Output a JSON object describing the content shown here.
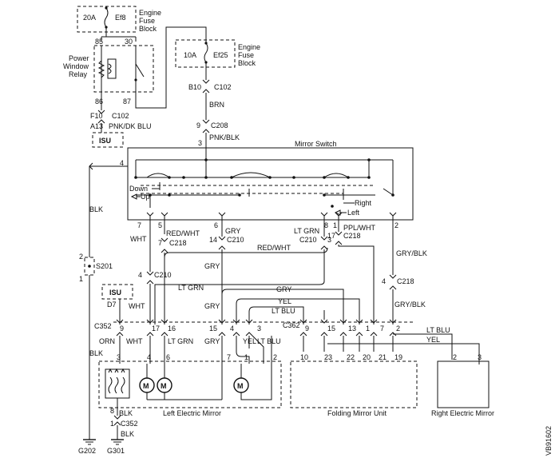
{
  "fuse_block_1": {
    "rating": "20A",
    "fuse": "Ef8",
    "title_1": "Engine",
    "title_2": "Fuse",
    "title_3": "Block",
    "pin_a": "85",
    "pin_b": "30"
  },
  "fuse_block_2": {
    "rating": "10A",
    "fuse": "Ef25",
    "title_1": "Engine",
    "title_2": "Fuse",
    "title_3": "Block"
  },
  "relay": {
    "title_1": "Power",
    "title_2": "Window",
    "title_3": "Relay",
    "pin_86": "86",
    "pin_87": "87"
  },
  "left_top": {
    "f10": "F10",
    "c102": "C102",
    "a13": "A13",
    "wire": "PNK/DK BLU",
    "isu": "ISU"
  },
  "middle_top": {
    "b10": "B10",
    "c102": "C102",
    "brn": "BRN",
    "pin9": "9",
    "c208": "C208",
    "pnkblk": "PNK/BLK",
    "pin3": "3"
  },
  "mirror_switch": {
    "title": "Mirror Switch",
    "down": "Down",
    "up": "Up",
    "right": "Right",
    "left": "Left",
    "pin4": "4",
    "blk": "BLK"
  },
  "switch_pins": {
    "p7": "7",
    "p5": "5",
    "p6": "6",
    "p8": "8",
    "p1": "1",
    "p2": "2"
  },
  "wires": {
    "red_wht_1": "RED/WHT",
    "c218_7a": "7",
    "c218_7b": "C218",
    "gry_1": "GRY",
    "c210_14a": "14",
    "c210_14b": "C210",
    "lt_grn_1": "LT GRN",
    "c210_3a": "C210",
    "c210_3b": "3",
    "ppl_wht": "PPL/WHT",
    "c218_17a": "17",
    "c218_17b": "C218",
    "wht_1": "WHT",
    "red_wht_2": "RED/WHT",
    "gry_2": "GRY",
    "gry_blk_1": "GRY/BLK",
    "c210_4a": "4",
    "c210_4b": "C210",
    "c218_4a": "4",
    "c218_4b": "C218",
    "gry_blk_2": "GRY/BLK",
    "lt_grn_2": "LT GRN",
    "gry_3": "GRY",
    "gry_4": "GRY",
    "yel_1": "YEL",
    "wht_2": "WHT",
    "lt_blu_1": "LT BLU",
    "lt_blu_2": "LT BLU",
    "yel_2": "YEL",
    "orn": "ORN",
    "wht_3": "WHT",
    "lt_grn_3": "LT GRN",
    "gry_5": "GRY",
    "yel_3": "YEL",
    "lt_blu_3": "LT BLU",
    "blk_2": "BLK",
    "blk_3": "BLK",
    "blk_4": "BLK"
  },
  "s201": {
    "label": "S201",
    "pin2": "2",
    "pin1": "1"
  },
  "isu_2": {
    "label": "ISU",
    "d7": "D7"
  },
  "c352": {
    "label": "C352",
    "pins": [
      "9",
      "17",
      "16",
      "15",
      "4",
      "3"
    ]
  },
  "c362": {
    "label": "C362",
    "pins": [
      "9",
      "15",
      "13",
      "1",
      "7",
      "2"
    ]
  },
  "left_mirror": {
    "title": "Left Electric Mirror",
    "pins": [
      "3",
      "4",
      "6",
      "7",
      "1",
      "2"
    ],
    "p8": "8"
  },
  "folding": {
    "title": "Folding Mirror Unit",
    "pins": [
      "10",
      "23",
      "22",
      "20",
      "21",
      "19"
    ]
  },
  "right_mirror": {
    "title": "Right Electric Mirror",
    "pin2": "2",
    "pin3": "3"
  },
  "ground": {
    "c352_1": "1",
    "c352": "C352",
    "g202": "G202",
    "g301": "G301"
  },
  "figure_code": "VB91602"
}
